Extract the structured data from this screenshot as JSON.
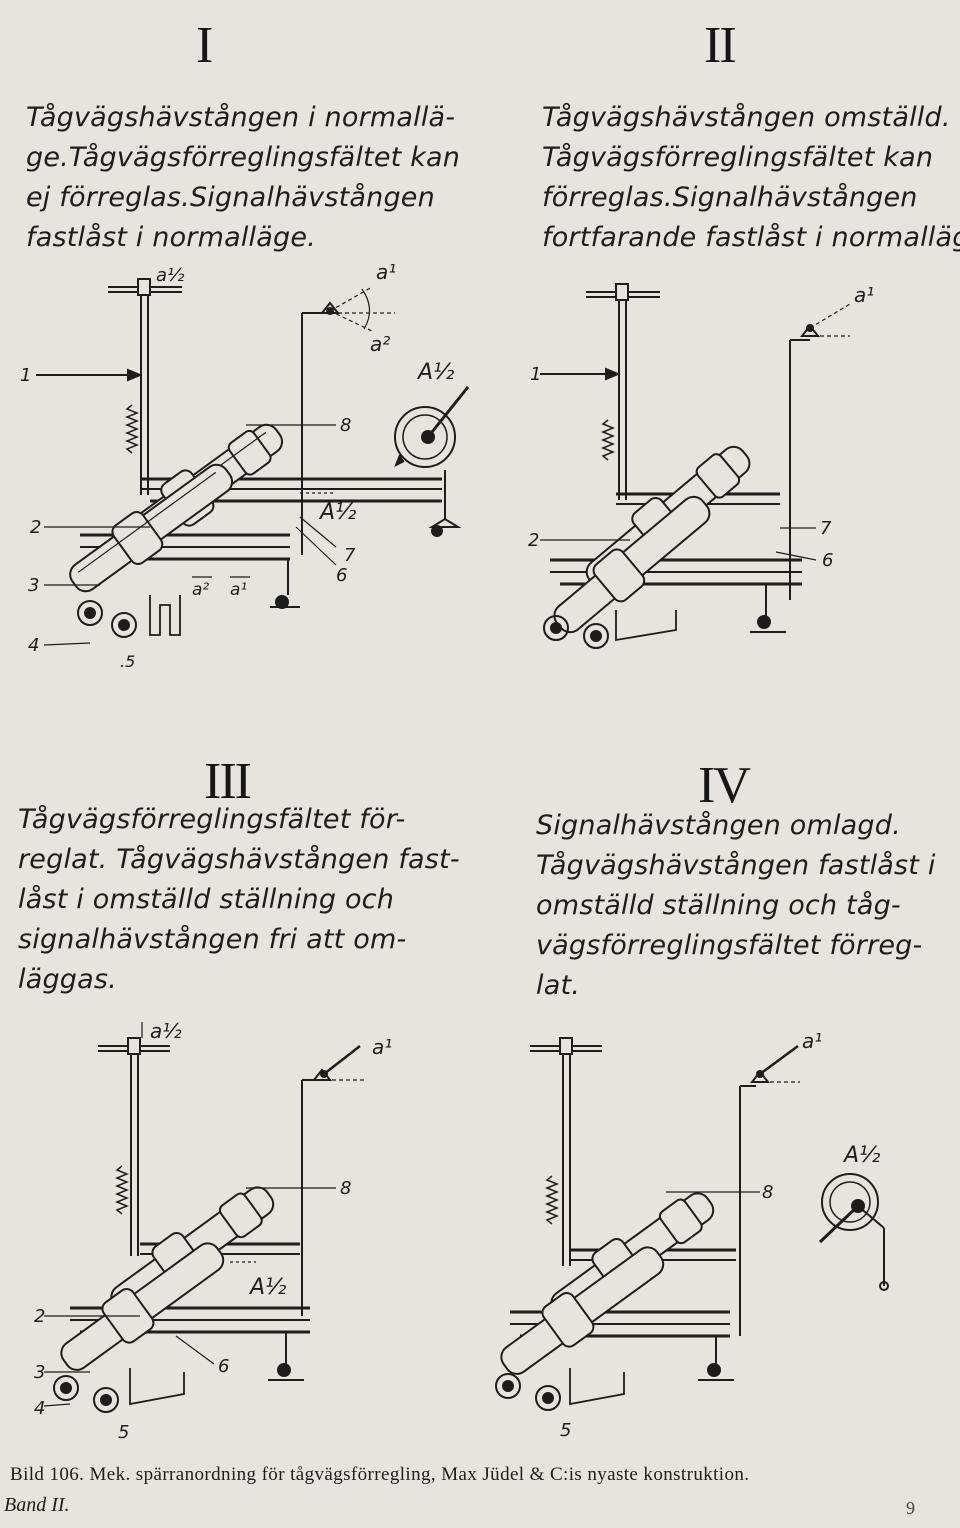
{
  "panels": [
    {
      "numeral": "I",
      "caption": [
        "Tågvägshävstången i normallä-",
        "ge.Tågvägsförreglingsfältet kan",
        "ej förreglas.Signalhävstången",
        "fastlåst i normalläge."
      ],
      "labels": {
        "a_half": "a½",
        "a1": "a¹",
        "a2": "a²",
        "A_half_wheel": "A½",
        "A_half": "A½",
        "n1": "1",
        "n2": "2",
        "n3": "3",
        "n4": "4",
        "n5": ".5",
        "n6": "6",
        "n7": "7",
        "n8": "8",
        "a2_arrow": "a²",
        "a1_arrow": "a¹"
      }
    },
    {
      "numeral": "II",
      "caption": [
        "Tågvägshävstången omställd.",
        "Tågvägsförreglingsfältet kan",
        "förreglas.Signalhävstången",
        "fortfarande fastlåst i normalläge."
      ],
      "labels": {
        "a1": "a¹",
        "n1": "1",
        "n2": "2",
        "n6": "6",
        "n7": "7"
      }
    },
    {
      "numeral": "III",
      "caption": [
        "Tågvägsförreglingsfältet för-",
        "reglat. Tågvägshävstången fast-",
        "låst i omställd ställning och",
        "signalhävstången fri att om-",
        "läggas."
      ],
      "labels": {
        "a_half": "a½",
        "a1": "a¹",
        "A_half": "A½",
        "n2": "2",
        "n3": "3",
        "n4": "4",
        "n5": "5",
        "n6": "6",
        "n8": "8"
      }
    },
    {
      "numeral": "IV",
      "caption": [
        "Signalhävstången omlagd.",
        "Tågvägshävstången fastlåst i",
        "omställd ställning och tåg-",
        "vägsförreglingsfältet förreg-",
        "lat."
      ],
      "labels": {
        "a1": "a¹",
        "A_half": "A½",
        "n5": "5",
        "n8": "8"
      }
    }
  ],
  "figure_caption": "Bild 106.  Mek. spärranordning för tågvägsförregling, Max Jüdel & C:is nyaste konstruktion.",
  "band": "Band II.",
  "page_number": "9"
}
